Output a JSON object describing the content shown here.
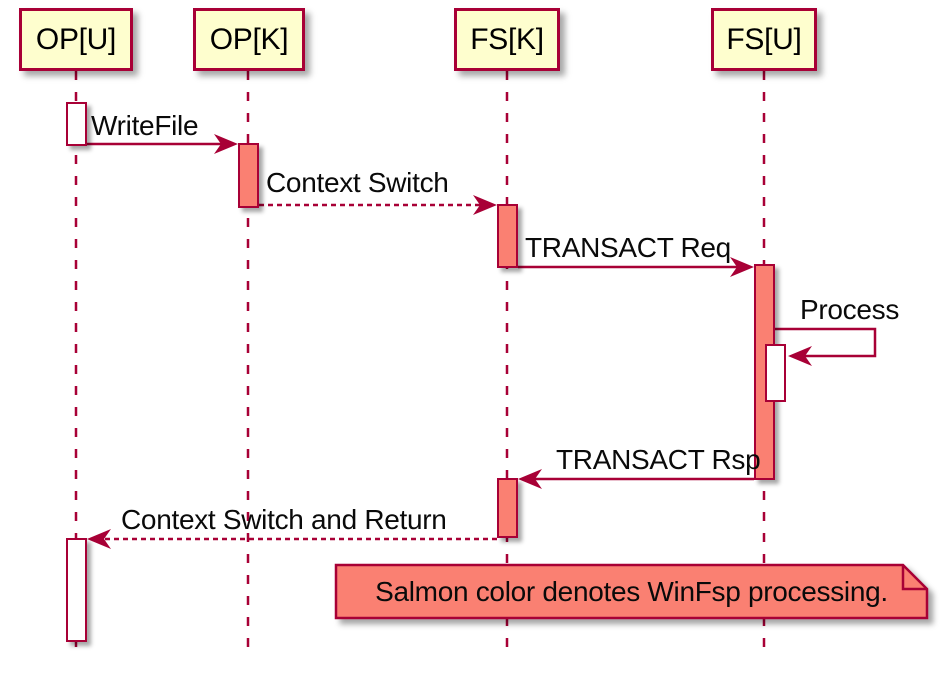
{
  "diagram": {
    "type": "uml-sequence",
    "participants": [
      {
        "id": "op-u",
        "label": "OP[U]"
      },
      {
        "id": "op-k",
        "label": "OP[K]"
      },
      {
        "id": "fs-k",
        "label": "FS[K]"
      },
      {
        "id": "fs-u",
        "label": "FS[U]"
      }
    ],
    "messages": {
      "writefile": {
        "label": "WriteFile",
        "from": "OP[U]",
        "to": "OP[K]",
        "line": "solid"
      },
      "context_switch": {
        "label": "Context Switch",
        "from": "OP[K]",
        "to": "FS[K]",
        "line": "dashed"
      },
      "transact_req": {
        "label": "TRANSACT Req",
        "from": "FS[K]",
        "to": "FS[U]",
        "line": "solid"
      },
      "process": {
        "label": "Process",
        "from": "FS[U]",
        "to": "FS[U]",
        "line": "solid"
      },
      "transact_rsp": {
        "label": "TRANSACT Rsp",
        "from": "FS[U]",
        "to": "FS[K]",
        "line": "solid"
      },
      "context_switch_return": {
        "label": "Context Switch and Return",
        "from": "FS[K]",
        "to": "OP[U]",
        "line": "dashed"
      }
    },
    "note": {
      "text": "Salmon color denotes WinFsp processing."
    },
    "colors": {
      "participant_fill": "#FEFECE",
      "border": "#A80036",
      "salmon": "#FA8072",
      "activation_plain": "#FFFFFF",
      "text": "#0A0A0A",
      "background": "#FFFFFF"
    }
  }
}
